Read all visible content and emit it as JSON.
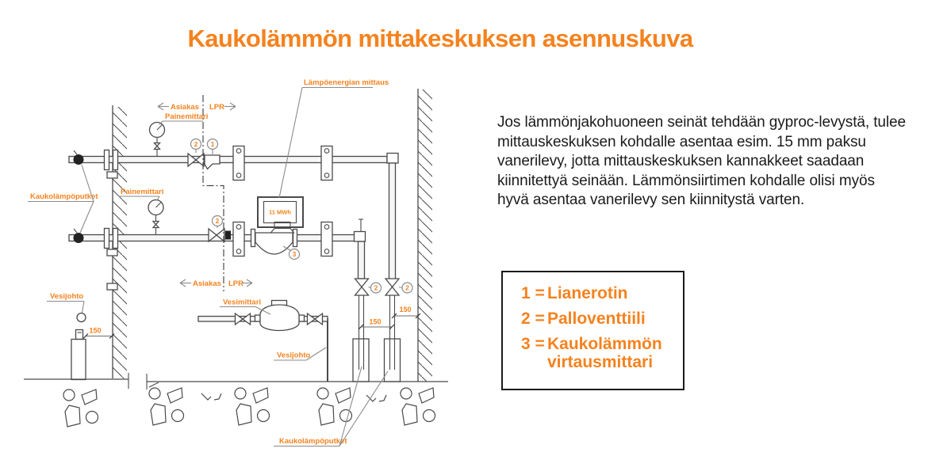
{
  "title": "Kaukolämmön mittakeskuksen asennuskuva",
  "colors": {
    "accent_orange": "#F5821E",
    "diagram_line": "#4A4A4A",
    "leader_gray": "#8B8B8B",
    "body_text": "#1B1B1B"
  },
  "info": {
    "paragraph": "Jos lämmönjakohuoneen seinät tehdään gyproc-levystä, tulee mittauskeskuksen kohdalle asentaa esim. 15 mm paksu vanerilevy, jotta mittauskeskuksen kannakkeet saadaan kiinnitettyä seinään. Lämmönsiirtimen kohdalle olisi myös hyvä asentaa vanerilevy sen kiinnitystä varten."
  },
  "legend": {
    "items": [
      {
        "prefix": "1 =",
        "label": "Lianerotin",
        "label2": ""
      },
      {
        "prefix": "2 =",
        "label": "Palloventtiili",
        "label2": ""
      },
      {
        "prefix": "3 =",
        "label": "Kaukolämmön",
        "label2": "virtausmittari"
      }
    ]
  },
  "diagram": {
    "labels": {
      "heat_energy_metering": "Lämpöenergian mittaus",
      "customer": "Asiakas",
      "utility": "LPR",
      "pressure_gauge": "Painemittari",
      "district_heating_pipes": "Kaukolämpöputket",
      "water_meter": "Vesimittari",
      "water_pipe": "Vesijohto",
      "meter_reading": "11 MWh",
      "dim_150": "150"
    },
    "callouts": {
      "c1": "1",
      "c2": "2",
      "c3": "3"
    }
  }
}
